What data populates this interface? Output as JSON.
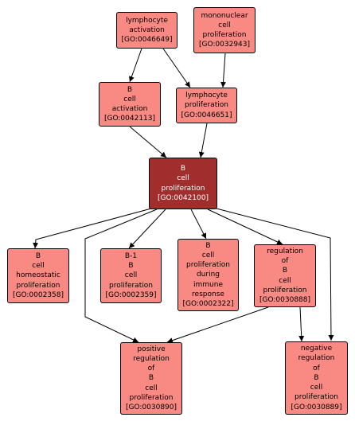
{
  "colors": {
    "node_fill": "#f88a83",
    "focus_fill": "#a12d2c",
    "focus_text": "#ffffff",
    "edge": "#000000"
  },
  "nodes": {
    "lymphocyte_activation": {
      "lines": [
        "lymphocyte",
        "activation",
        "[GO:0046649]"
      ]
    },
    "mononuclear_cell_proliferation": {
      "lines": [
        "mononuclear",
        "cell",
        "proliferation",
        "[GO:0032943]"
      ]
    },
    "b_cell_activation": {
      "lines": [
        "B",
        "cell",
        "activation",
        "[GO:0042113]"
      ]
    },
    "lymphocyte_proliferation": {
      "lines": [
        "lymphocyte",
        "proliferation",
        "[GO:0046651]"
      ]
    },
    "b_cell_proliferation": {
      "lines": [
        "B",
        "cell",
        "proliferation",
        "[GO:0042100]"
      ]
    },
    "b_cell_homeostatic_proliferation": {
      "lines": [
        "B",
        "cell",
        "homeostatic",
        "proliferation",
        "[GO:0002358]"
      ]
    },
    "b1_b_cell_proliferation": {
      "lines": [
        "B-1",
        "B",
        "cell",
        "proliferation",
        "[GO:0002359]"
      ]
    },
    "b_cell_proliferation_immune_response": {
      "lines": [
        "B",
        "cell",
        "proliferation",
        "during",
        "immune",
        "response",
        "[GO:0002322]"
      ]
    },
    "regulation_of_b_cell_proliferation": {
      "lines": [
        "regulation",
        "of",
        "B",
        "cell",
        "proliferation",
        "[GO:0030888]"
      ]
    },
    "positive_regulation_b_cell_proliferation": {
      "lines": [
        "positive",
        "regulation",
        "of",
        "B",
        "cell",
        "proliferation",
        "[GO:0030890]"
      ]
    },
    "negative_regulation_b_cell_proliferation": {
      "lines": [
        "negative",
        "regulation",
        "of",
        "B",
        "cell",
        "proliferation",
        "[GO:0030889]"
      ]
    }
  }
}
